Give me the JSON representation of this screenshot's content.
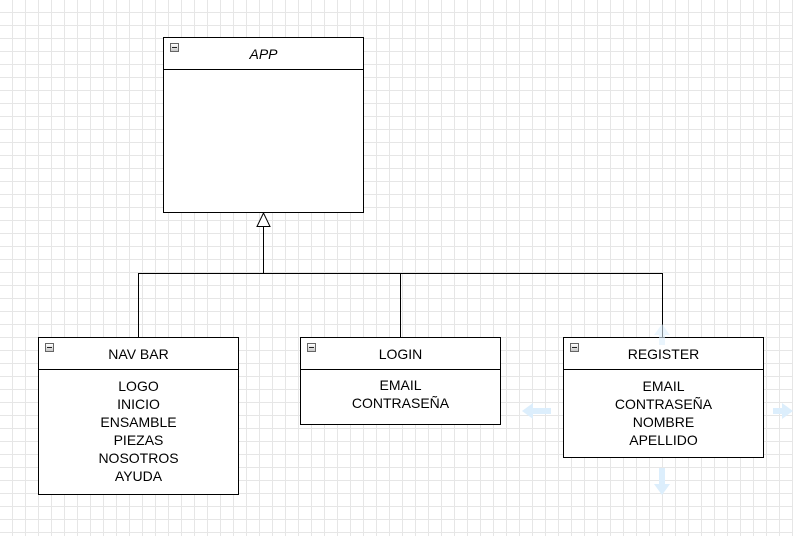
{
  "colors": {
    "line": "#000000",
    "grid": "#e6e6e6",
    "hint_arrow": "#dceefc"
  },
  "app": {
    "title": "APP",
    "items": []
  },
  "navbar": {
    "title": "NAV BAR",
    "items": [
      "LOGO",
      "INICIO",
      "ENSAMBLE",
      "PIEZAS",
      "NOSOTROS",
      "AYUDA"
    ]
  },
  "login": {
    "title": "LOGIN",
    "items": [
      "EMAIL",
      "CONTRASEÑA"
    ]
  },
  "register": {
    "title": "REGISTER",
    "items": [
      "EMAIL",
      "CONTRASEÑA",
      "NOMBRE",
      "APELLIDO"
    ]
  },
  "icons": {
    "collapse": "collapse-minus-icon",
    "inheritance_arrow": "hollow-triangle-arrow-icon",
    "hint_arrows": [
      "arrow-left-icon",
      "arrow-right-icon",
      "arrow-down-icon"
    ]
  }
}
